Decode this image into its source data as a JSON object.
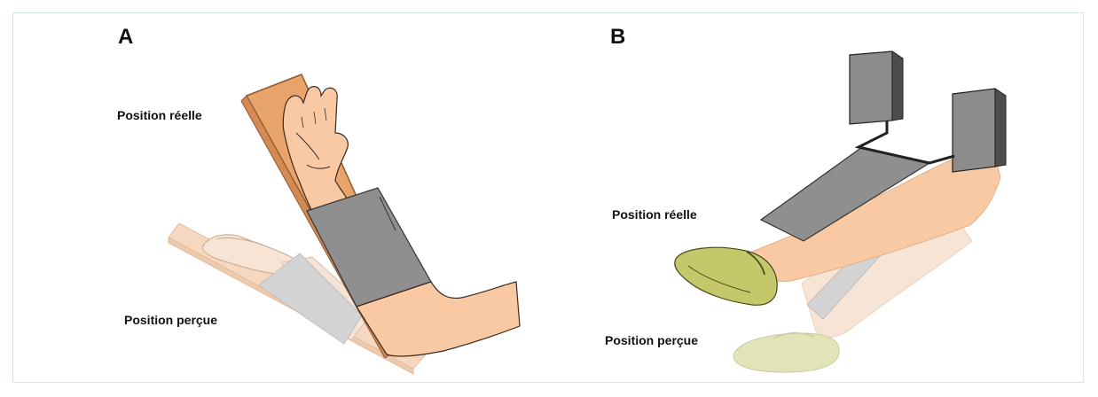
{
  "panel_a": {
    "letter": "A",
    "label_real": "Position réelle",
    "label_perceived": "Position perçue"
  },
  "panel_b": {
    "letter": "B",
    "label_real": "Position réelle",
    "label_perceived": "Position perçue"
  },
  "colors": {
    "skin": "#f8c9a2",
    "skin_faded": "#f7e4d4",
    "board": "#e9a46b",
    "board_faded": "#f6d8c0",
    "cuff": "#8f8f8f",
    "cuff_faded": "#d4d4d4",
    "shoe": "#c4c86a",
    "shoe_faded": "#e2e3b7",
    "vibrator": "#8c8c8c",
    "frame_border": "#d9e3ee"
  }
}
